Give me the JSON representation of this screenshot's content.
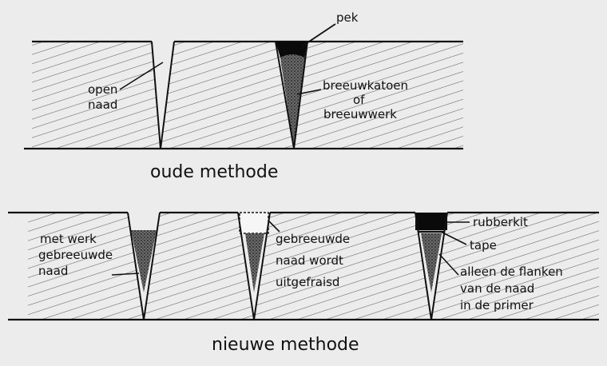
{
  "colors": {
    "paper": "#ececec",
    "ink": "#111111",
    "filler": "#4a4a4a",
    "pitch": "#0a0a0a"
  },
  "top": {
    "labels": {
      "pek": "pek",
      "open_seam_line1": "open",
      "open_seam_line2": "naad",
      "oakum_line1": "breeuwkatoen",
      "oakum_line2": "of",
      "oakum_line3": "breeuwwerk"
    },
    "caption": "oude methode"
  },
  "bottom": {
    "labels": {
      "caulked_line1": "met werk",
      "caulked_line2": "gebreeuwde",
      "caulked_line3": "naad",
      "milled_line1": "gebreeuwde",
      "milled_line2": "naad wordt",
      "milled_line3": "uitgefraisd",
      "rubberkit": "rubberkit",
      "tape": "tape",
      "primer_line1": "alleen de flanken",
      "primer_line2": "van de naad",
      "primer_line3": "in de primer"
    },
    "caption": "nieuwe methode"
  }
}
